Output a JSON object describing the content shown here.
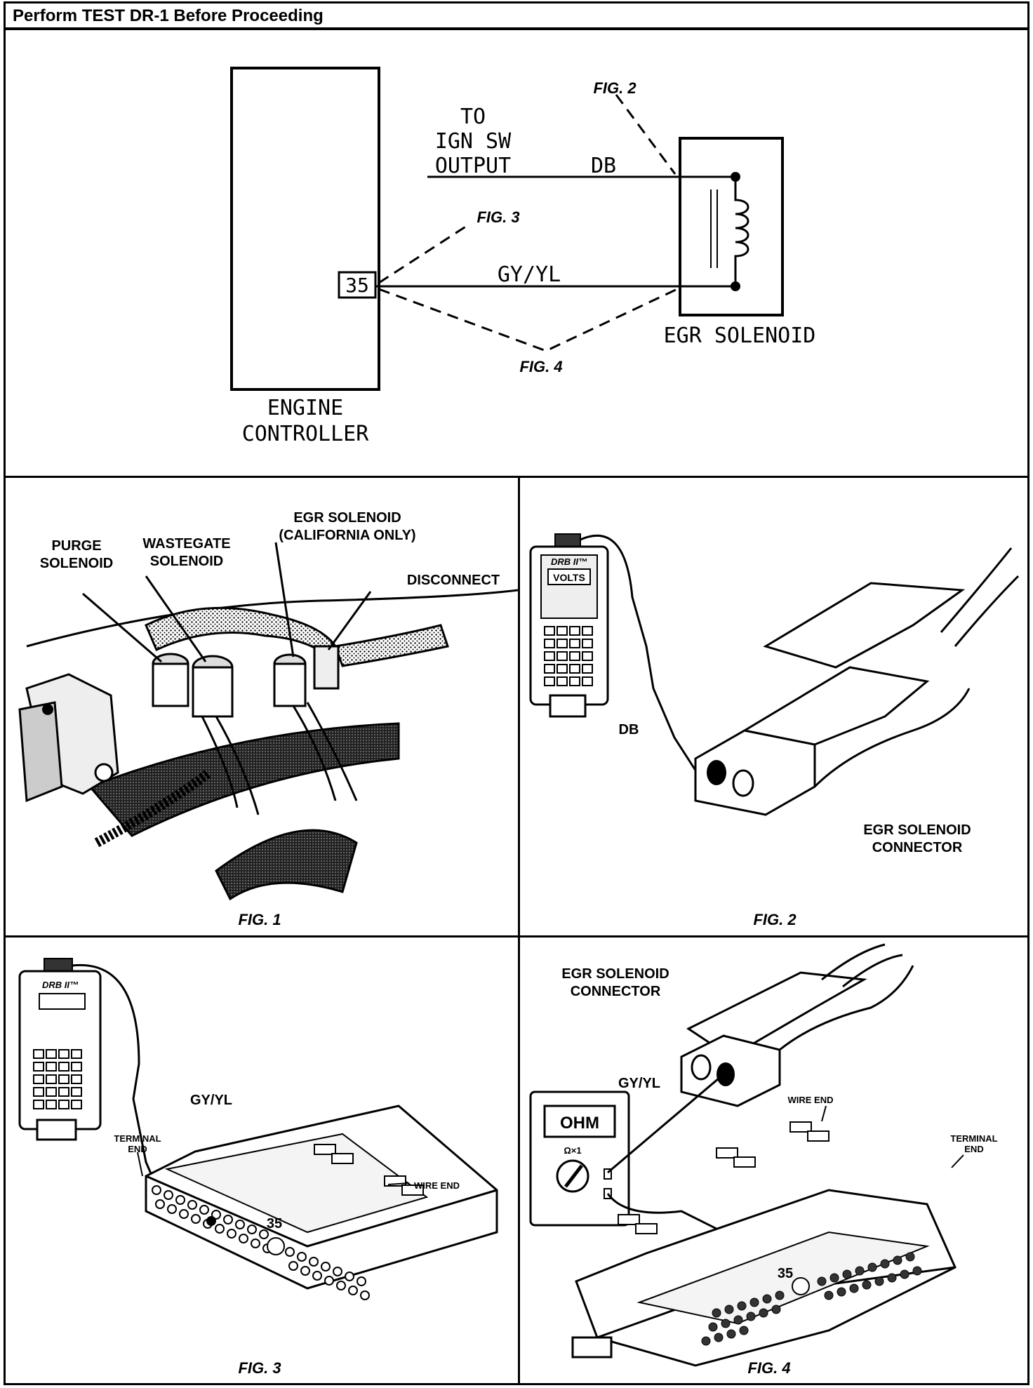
{
  "header": {
    "title": "Perform TEST DR-1 Before Proceeding"
  },
  "schematic": {
    "engine_controller": [
      "ENGINE",
      "CONTROLLER"
    ],
    "pin": "35",
    "ign_sw": [
      "TO",
      "IGN SW",
      "OUTPUT"
    ],
    "wire_db": "DB",
    "wire_gyyl": "GY/YL",
    "egr_solenoid": "EGR SOLENOID",
    "fig2_ref": "FIG. 2",
    "fig3_ref": "FIG. 3",
    "fig4_ref": "FIG. 4"
  },
  "fig1": {
    "purge": [
      "PURGE",
      "SOLENOID"
    ],
    "wastegate": [
      "WASTEGATE",
      "SOLENOID"
    ],
    "egr": [
      "EGR SOLENOID",
      "(CALIFORNIA ONLY)"
    ],
    "disconnect": "DISCONNECT",
    "caption": "FIG. 1"
  },
  "fig2": {
    "tester_brand": "DRB II™",
    "display": "VOLTS",
    "wire": "DB",
    "connector": [
      "EGR SOLENOID",
      "CONNECTOR"
    ],
    "caption": "FIG. 2"
  },
  "fig3": {
    "tester_brand": "DRB II™",
    "wire": "GY/YL",
    "terminal_end": [
      "TERMINAL",
      "END"
    ],
    "wire_end": "WIRE END",
    "pin": "35",
    "caption": "FIG. 3"
  },
  "fig4": {
    "connector": [
      "EGR SOLENOID",
      "CONNECTOR"
    ],
    "meter_display": "OHM",
    "range": "Ω×1",
    "wire": "GY/YL",
    "wire_end": "WIRE END",
    "terminal_end": [
      "TERMINAL",
      "END"
    ],
    "pin": "35",
    "caption": "FIG. 4"
  }
}
